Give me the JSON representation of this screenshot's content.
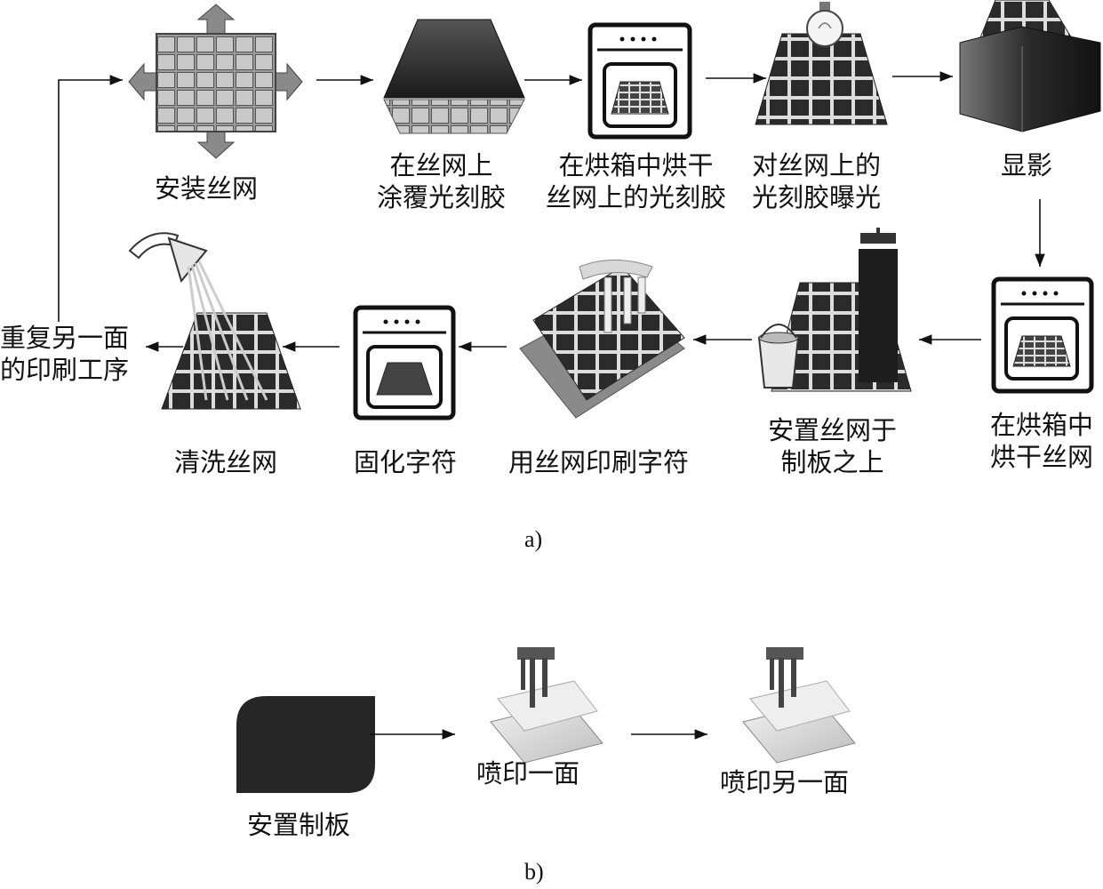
{
  "part_a": {
    "caption": "a)",
    "steps": {
      "install": "安装丝网",
      "coat_1": "在丝网上",
      "coat_2": "涂覆光刻胶",
      "bake_1": "在烘箱中烘干",
      "bake_2": "丝网上的光刻胶",
      "expose_1": "对丝网上的",
      "expose_2": "光刻胶曝光",
      "develop": "显影",
      "oven_dry_1": "在烘箱中",
      "oven_dry_2": "烘干丝网",
      "place_1": "安置丝网于",
      "place_2": "制板之上",
      "print": "用丝网印刷字符",
      "cure": "固化字符",
      "clean": "清洗丝网",
      "repeat_1": "重复另一面",
      "repeat_2": "的印刷工序"
    }
  },
  "part_b": {
    "caption": "b)",
    "steps": {
      "place_board": "安置制板",
      "spray_one": "喷印一面",
      "spray_other": "喷印另一面"
    }
  }
}
